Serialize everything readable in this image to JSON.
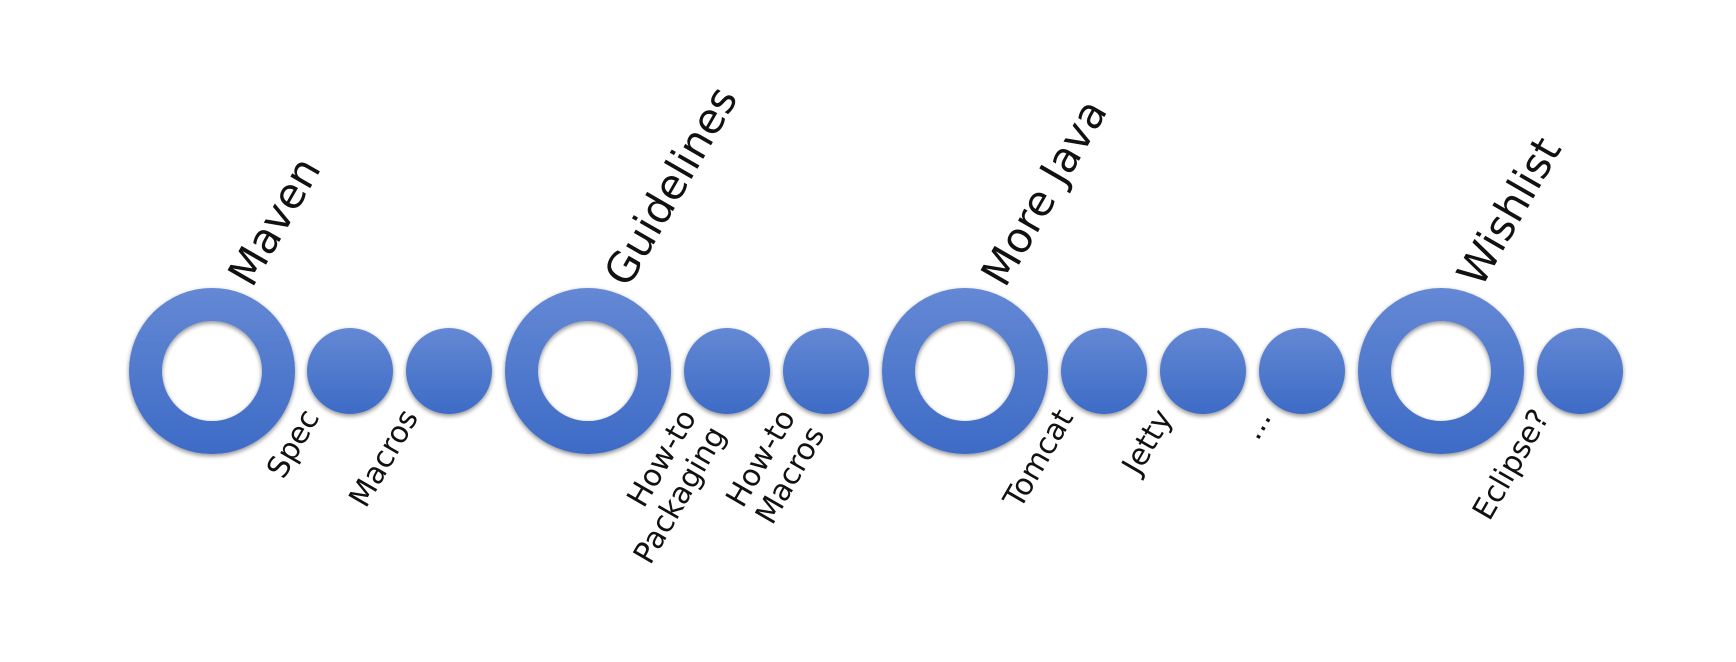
{
  "diagram": {
    "accent_color": "#3d6bc6",
    "accent_color_light": "#6488d4",
    "nodes": [
      {
        "kind": "major",
        "title": "Maven"
      },
      {
        "kind": "minor",
        "lines": [
          "Spec"
        ]
      },
      {
        "kind": "minor",
        "lines": [
          "Macros"
        ]
      },
      {
        "kind": "major",
        "title": "Guidelines"
      },
      {
        "kind": "minor",
        "lines": [
          "How-to",
          "Packaging"
        ]
      },
      {
        "kind": "minor",
        "lines": [
          "How-to",
          "Macros"
        ]
      },
      {
        "kind": "major",
        "title": "More Java"
      },
      {
        "kind": "minor",
        "lines": [
          "Tomcat"
        ]
      },
      {
        "kind": "minor",
        "lines": [
          "Jetty"
        ]
      },
      {
        "kind": "minor",
        "lines": [
          "..."
        ]
      },
      {
        "kind": "major",
        "title": "Wishlist"
      },
      {
        "kind": "minor",
        "lines": [
          "Eclipse?"
        ]
      }
    ]
  }
}
